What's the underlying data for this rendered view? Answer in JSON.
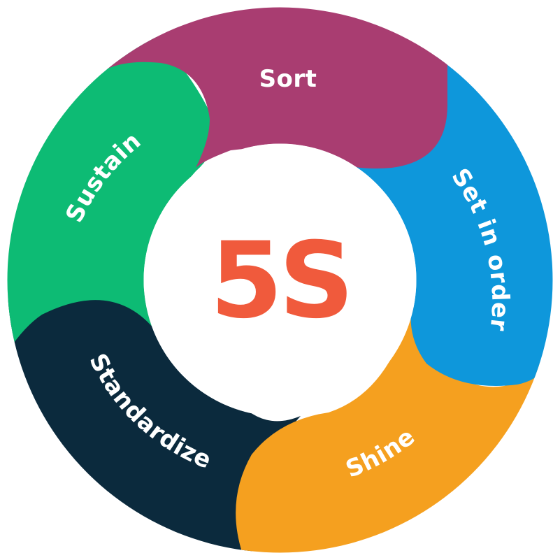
{
  "center": {
    "title": "5S",
    "color": "#F05A3C"
  },
  "segments": [
    {
      "id": "sort",
      "label": "Sort",
      "color": "#A93D71"
    },
    {
      "id": "set-in-order",
      "label": "Set in order",
      "color": "#0E97DB"
    },
    {
      "id": "shine",
      "label": "Shine",
      "color": "#F5A01F"
    },
    {
      "id": "standardize",
      "label": "Standardize",
      "color": "#0B2A3D"
    },
    {
      "id": "sustain",
      "label": "Sustain",
      "color": "#0DBB74"
    }
  ]
}
